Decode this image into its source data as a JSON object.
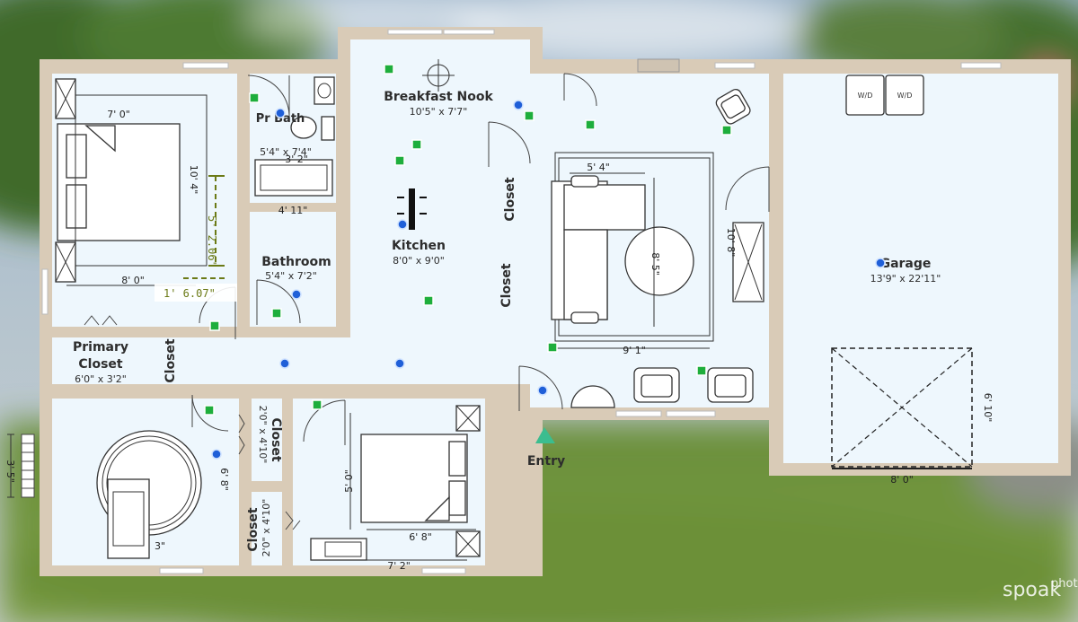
{
  "rooms": {
    "primary_bedroom_w": "7' 0\"",
    "primary_bedroom_d": "8' 0\"",
    "primary_bedroom_h": "10' 4\"",
    "primary_bath_name": "Pr Bath",
    "primary_bath_dim": "5'4\" x 7'4\"",
    "primary_bath_w": "3' 2\"",
    "primary_bath_vanity": "4' 11\"",
    "bathroom_name": "Bathroom",
    "bathroom_dim": "5'4\" x 7'2\"",
    "primary_closet_name1": "Primary",
    "primary_closet_name2": "Closet",
    "primary_closet_dim": "6'0\" x 3'2\"",
    "hall_closet": "Closet",
    "nook_name": "Breakfast Nook",
    "nook_dim": "10'5\" x 7'7\"",
    "kitchen_name": "Kitchen",
    "kitchen_dim": "8'0\" x 9'0\"",
    "closet_a": "Closet",
    "closet_b": "Closet",
    "living_rug_w": "5' 4\"",
    "living_len": "9' 1\"",
    "living_h": "10' 8\"",
    "living_round": "8' 5\"",
    "garage_name": "Garage",
    "garage_dim": "13'9\" x 22'11\"",
    "garage_door_h": "6' 10\"",
    "garage_door_w": "8' 0\"",
    "wd1": "W/D",
    "wd2": "W/D",
    "bed2_closet1": "Closet",
    "bed2_closet1_dim": "2'0\" x 4'10\"",
    "bed2_closet2": "Closet",
    "bed2_closet2_dim": "2'0\" x 4'10\"",
    "bed2_h": "6' 8\"",
    "bed2_w": "3\"",
    "bedroom3_bed_h": "5' 0\"",
    "bedroom3_bed_w": "6' 8\"",
    "bedroom3_w": "7' 2\""
  },
  "entry": "Entry",
  "scale": "3' 5\"",
  "guides": {
    "vertical": "5' 2.06\"",
    "horizontal": "1' 6.07\""
  },
  "watermark": {
    "brand": "spoak",
    "suffix": "phot"
  },
  "colors": {
    "wall": "#d9cbb7",
    "floor": "#eef7fd",
    "marker_blue": "#1f5fd8",
    "marker_green": "#1eae3c",
    "entry_marker": "#3bbd8f",
    "guide": "#6b7a16"
  }
}
